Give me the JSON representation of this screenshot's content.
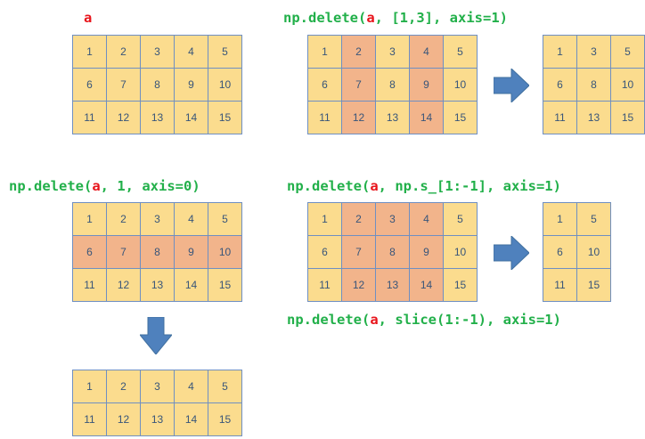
{
  "labels": {
    "a": "a",
    "cols_prefix": "np.delete(",
    "cols_var": "a",
    "cols_suffix": ", [1,3], axis=1)",
    "rows_prefix": "np.delete(",
    "rows_var": "a",
    "rows_suffix": ", 1, axis=0)",
    "s_prefix": "np.delete(",
    "s_var": "a",
    "s_suffix": ", np.s_[1:-1], axis=1)",
    "slice_prefix": "np.delete(",
    "slice_var": "a",
    "slice_suffix": ", slice(1:-1), axis=1)"
  },
  "colors": {
    "code_text": "#22b04a",
    "variable": "#e8141b",
    "cell_fill": "#fbdc8e",
    "deleted_fill": "#f2b48b",
    "cell_border": "#6f8fc2",
    "cell_text": "#38557a",
    "arrow": "#4f81bd"
  },
  "arrows": [
    "right-arrow",
    "right-arrow",
    "down-arrow"
  ],
  "grids": {
    "a": {
      "rows": [
        [
          "1",
          "2",
          "3",
          "4",
          "5"
        ],
        [
          "6",
          "7",
          "8",
          "9",
          "10"
        ],
        [
          "11",
          "12",
          "13",
          "14",
          "15"
        ]
      ],
      "highlighted_cols": [],
      "highlighted_rows": []
    },
    "delete_cols": {
      "rows": [
        [
          "1",
          "2",
          "3",
          "4",
          "5"
        ],
        [
          "6",
          "7",
          "8",
          "9",
          "10"
        ],
        [
          "11",
          "12",
          "13",
          "14",
          "15"
        ]
      ],
      "highlighted_cols": [
        1,
        3
      ],
      "highlighted_rows": []
    },
    "delete_cols_result": {
      "rows": [
        [
          "1",
          "3",
          "5"
        ],
        [
          "6",
          "8",
          "10"
        ],
        [
          "11",
          "13",
          "15"
        ]
      ],
      "highlighted_cols": [],
      "highlighted_rows": []
    },
    "delete_row": {
      "rows": [
        [
          "1",
          "2",
          "3",
          "4",
          "5"
        ],
        [
          "6",
          "7",
          "8",
          "9",
          "10"
        ],
        [
          "11",
          "12",
          "13",
          "14",
          "15"
        ]
      ],
      "highlighted_cols": [],
      "highlighted_rows": [
        1
      ]
    },
    "delete_row_result": {
      "rows": [
        [
          "1",
          "2",
          "3",
          "4",
          "5"
        ],
        [
          "11",
          "12",
          "13",
          "14",
          "15"
        ]
      ],
      "highlighted_cols": [],
      "highlighted_rows": []
    },
    "delete_slice": {
      "rows": [
        [
          "1",
          "2",
          "3",
          "4",
          "5"
        ],
        [
          "6",
          "7",
          "8",
          "9",
          "10"
        ],
        [
          "11",
          "12",
          "13",
          "14",
          "15"
        ]
      ],
      "highlighted_cols": [
        1,
        2,
        3
      ],
      "highlighted_rows": []
    },
    "delete_slice_result": {
      "rows": [
        [
          "1",
          "5"
        ],
        [
          "6",
          "10"
        ],
        [
          "11",
          "15"
        ]
      ],
      "highlighted_cols": [],
      "highlighted_rows": []
    }
  }
}
